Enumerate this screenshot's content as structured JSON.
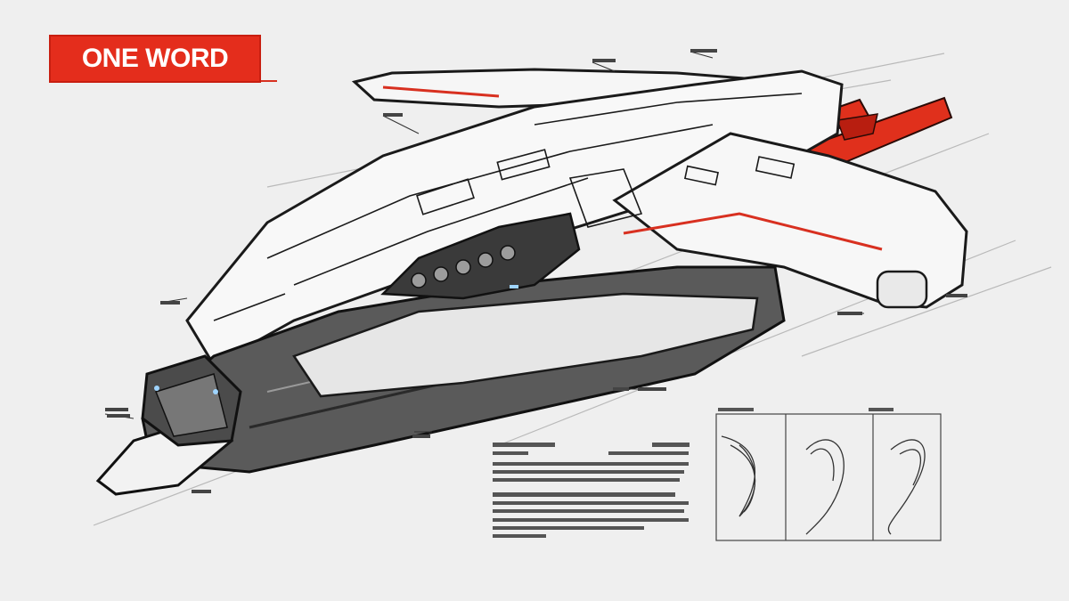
{
  "badge": {
    "label": "ONE WORD"
  },
  "colors": {
    "background": "#efefef",
    "accent_red": "#e42d1c",
    "ink": "#1a1a1a",
    "hull": "#f6f6f6"
  },
  "illustration": {
    "subject": "spaceship",
    "icons": [
      "spaceship-illustration",
      "thruster-icon",
      "detail-sketch-panels"
    ]
  }
}
